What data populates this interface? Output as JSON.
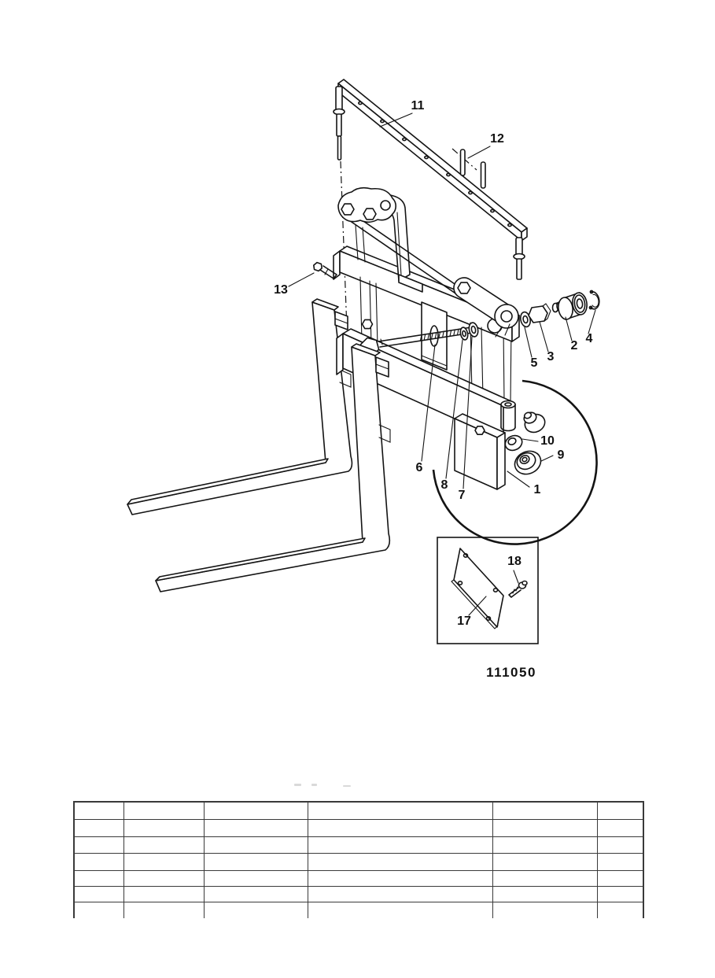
{
  "document": {
    "kind": "scanned parts-catalog page (fork carriage exploded view)",
    "figure": {
      "number": "111050",
      "callouts": [
        "1",
        "2",
        "3",
        "4",
        "5",
        "6",
        "7",
        "8",
        "9",
        "10",
        "11",
        "12",
        "13",
        "17",
        "18"
      ]
    },
    "table": {
      "columns": [
        "",
        "",
        "",
        "",
        "",
        ""
      ],
      "rows": [
        [
          "",
          "",
          "",
          "",
          "",
          ""
        ],
        [
          "",
          "",
          "",
          "",
          "",
          ""
        ],
        [
          "",
          "",
          "",
          "",
          "",
          ""
        ],
        [
          "",
          "",
          "",
          "",
          "",
          ""
        ],
        [
          "",
          "",
          "",
          "",
          "",
          ""
        ],
        [
          "",
          "",
          "",
          "",
          "",
          ""
        ]
      ]
    }
  },
  "colors": {
    "paper": "#ffffff",
    "ink": "#141414",
    "table_border": "#3a3a3a"
  }
}
